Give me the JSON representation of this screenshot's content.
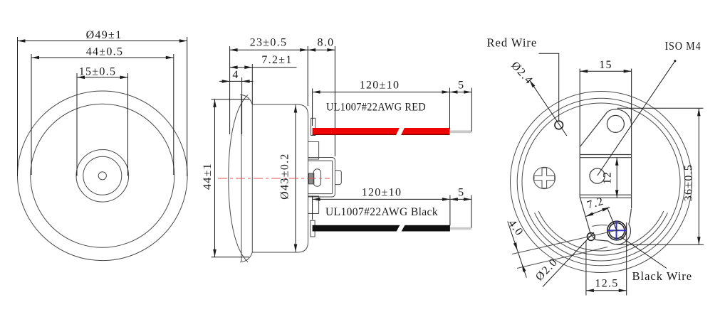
{
  "title": "Speaker component engineering drawing",
  "colors": {
    "red_wire": "#ee0404",
    "black_wire": "#101010",
    "bare_wire": "#c9c9c9",
    "centerline": "#e05050",
    "blue_cross": "#3333cc",
    "screw_gray": "#8b8b8b",
    "line": "#1c1c1c"
  },
  "front_view": {
    "dim_outer_diameter": "Ø49±1",
    "dim_face_diameter": "44±0.5",
    "dim_dome_diameter": "15±0.5"
  },
  "side_view": {
    "dim_depth": "23±0.5",
    "dim_dome_protrusion": "7.2±1",
    "dim_pad_thickness": "4",
    "dim_bracket_protrusion": "8.0",
    "dim_height": "44±1",
    "dim_case_diameter": "Ø43±0.2",
    "red_wire_dim_length": "120±10",
    "red_wire_dim_strip": "5",
    "red_wire_label": "UL1007#22AWG RED",
    "black_wire_dim_length": "120±10",
    "black_wire_dim_strip": "5",
    "black_wire_label": "UL1007#22AWG Black"
  },
  "rear_view": {
    "label_red_wire": "Red Wire",
    "label_iso_m4": "ISO M4",
    "label_black_wire": "Black Wire",
    "dim_red_wire_hole": "Ø2.4",
    "dim_bracket_width": "15",
    "dim_hole_offset": "12",
    "dim_mount_height": "36±0.5",
    "dim_tab_offset": "7.2",
    "dim_tab_edge": "4.0",
    "dim_small_hole": "Ø2.0",
    "dim_wire_hole_offset": "12.5"
  }
}
